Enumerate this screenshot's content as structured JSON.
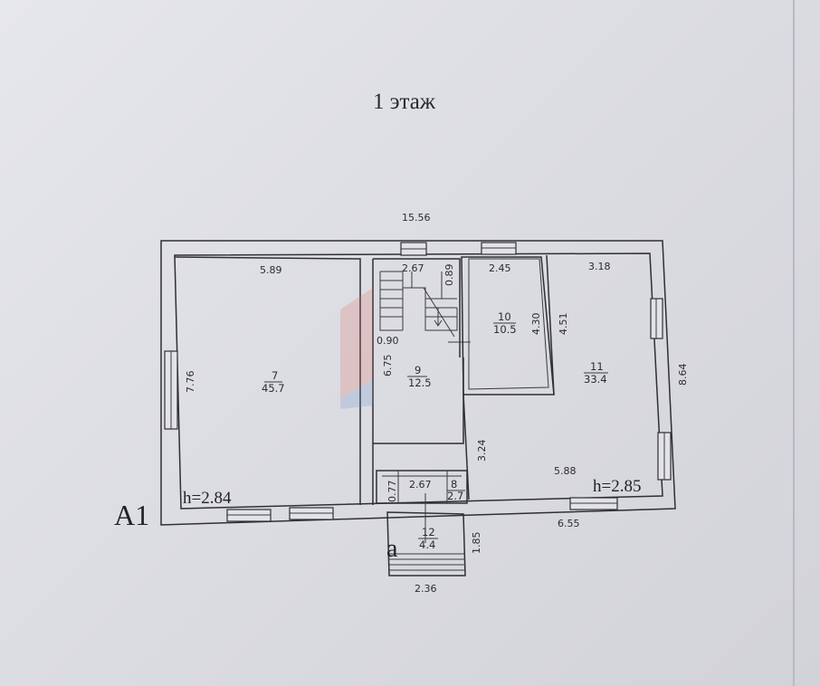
{
  "title": "1 этаж",
  "section_mark": "A1",
  "porch_mark": "a",
  "heights": {
    "left": "h=2.84",
    "right": "h=2.85"
  },
  "dimensions": {
    "overall_width": "15.56",
    "overall_depth": "8.64",
    "room7_width": "5.89",
    "room7_depth": "7.76",
    "hall_depth": "6.75",
    "stair_width": "2.67",
    "stair_gap": "0.89",
    "stair_landing": "0.90",
    "room10_width": "2.45",
    "room10_depth": "4.30",
    "room11_width": "3.18",
    "room11_depth": "4.51",
    "right_lower_depth": "3.24",
    "right_lower_width": "5.88",
    "right_bottom_width": "6.55",
    "vestibule_depth": "0.77",
    "vestibule_width": "2.67",
    "porch_depth": "1.85",
    "porch_width": "2.36"
  },
  "rooms": [
    {
      "number": "7",
      "area": "45.7"
    },
    {
      "number": "9",
      "area": "12.5"
    },
    {
      "number": "10",
      "area": "10.5"
    },
    {
      "number": "11",
      "area": "33.4"
    },
    {
      "number": "8",
      "area": "2.7"
    },
    {
      "number": "12",
      "area": "4.4"
    }
  ]
}
